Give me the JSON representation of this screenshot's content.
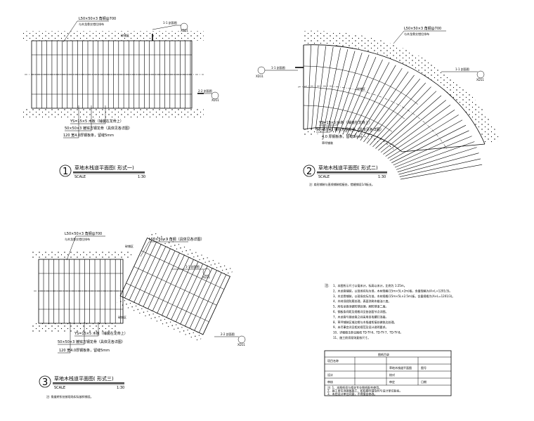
{
  "drawing1": {
    "number": "1",
    "title": "草地木栈道平面图( 形式一)",
    "scale_label": "SCALE",
    "scale_value": "1:30",
    "callouts": {
      "top_left": "L50×50×3 角钢@700",
      "top_left_sub": "与木龙骨交错位排布",
      "top_mid": "碎铺区",
      "section_1": "1-1 剖面图",
      "section_2": "2-2 剖面图",
      "sheet_ref": "XD11",
      "bot_1": "YS=15×5 木板（铺装在龙骨上）",
      "bot_2": "50×50×3 镀锌方钢龙骨（具体见各详图）",
      "bot_3": "120 宽4.0厚钢板条，留缝5mm"
    }
  },
  "drawing2": {
    "number": "2",
    "title": "草地木栈道平面图( 形式二)",
    "scale_label": "SCALE",
    "scale_value": "1:30",
    "note": "注: 扇形铺装与直线铺装相接处，错缝铺设1/4板长。",
    "callouts": {
      "top_right": "L50×50×3 角钢@700",
      "top_right_sub": "与木龙骨交错位排布",
      "section_left": "1-1 剖面图",
      "section_right": "1-1 剖面图",
      "sheet_ref": "XD11",
      "mid": "碎铺区",
      "bot_1": "YS=15×5 木板（铺装在龙骨上）",
      "bot_2": "50×50×3 镀锌方钢龙骨（具体见各详图）",
      "bot_3": "4.0 厚钢板条，留缝5mm",
      "bot_4": "草坪铺装"
    }
  },
  "drawing3": {
    "number": "3",
    "title": "草地木栈道平面图( 形式三)",
    "scale_label": "SCALE",
    "scale_value": "1:30",
    "note": "注: 角度转折处按现场实际放样铺设。",
    "callouts": {
      "top_left": "L50×50×3 角钢@700",
      "top_left_sub": "与木龙骨交错位排布",
      "top_mid": "碎铺区",
      "top_right": "L50×50×3 角钢（具体见各详图）",
      "section_1": "1-1 剖面图",
      "section_2": "2-2 剖面图",
      "sheet_ref": "XD11",
      "mid": "碎铺区",
      "bot_1": "YS=15×5 木板（铺装在龙骨上）",
      "bot_2": "50×50×3 镀锌方钢龙骨（具体见各详图）",
      "bot_3": "120 宽4.0厚钢板条，留缝5mm"
    }
  },
  "notes": {
    "heading": "注:",
    "lines": [
      "1、本图所示尺寸以毫米计，标高以米计，比例为 1:25m。",
      "2、木龙骨铺装，以现场实际为准，木材规格(15m×5L×2m)板，含量规格为(A×L=1201/3)。",
      "3、木龙骨铺装，以现场实际为准，木材规格(15m×5L×2.5m)板，含量规格为(A×L=1201/3)。",
      "4、木材须经防腐处理，表面涂刷木蜡油二度。",
      "5、所有龙骨须做防锈处理，刷防锈漆二度。",
      "6、钢板条间距及规格详见各剖面节点详图。",
      "7、木龙骨与钢龙骨之间采用自攻螺钉连接。",
      "8、草坪铺装区域边缘与木栈道衔接处做收边处理。",
      "9、未尽事宜详见相关规范及设计说明要求。",
      "10、详细做法参见图纸 TD-TY-6、TD-TY-7、TD-TY-8。",
      "11、施工前须现场复核尺寸。"
    ]
  },
  "title_block": {
    "header": "图纸目录",
    "rows": [
      [
        "项目名称",
        "",
        "",
        ""
      ],
      [
        "",
        "",
        "草地木栈道平面图",
        "图号"
      ],
      [
        "设计",
        "",
        "校对",
        ""
      ],
      [
        "审核",
        "",
        "审定",
        "日期"
      ]
    ],
    "footnotes": [
      "注: 1、本图纸须与相关专业图纸配合使用。",
      "2、施工单位须按图施工，如有疑问请及时与设计单位联系。",
      "3、未经设计单位同意，不得擅自修改。"
    ]
  }
}
